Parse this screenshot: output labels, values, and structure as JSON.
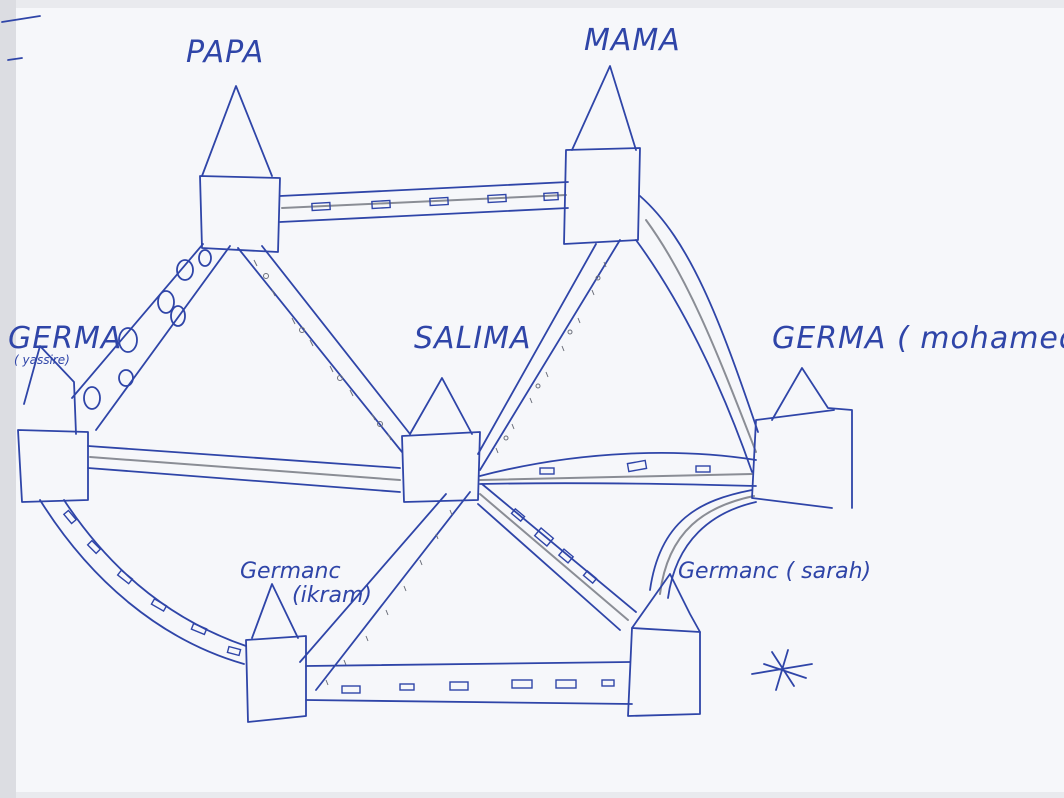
{
  "houses": [
    {
      "id": "papa",
      "label": "PAPA"
    },
    {
      "id": "mama",
      "label": "MAMA"
    },
    {
      "id": "yassine",
      "label": "GERMA",
      "sublabel": "( yassire)"
    },
    {
      "id": "salima",
      "label": "SALIMA"
    },
    {
      "id": "mohamed",
      "label": "GERMA ( mohamed)"
    },
    {
      "id": "ikram",
      "label": "Germanc",
      "sublabel": "(ikram)"
    },
    {
      "id": "sarah",
      "label": "Germanc ( sarah)"
    }
  ],
  "colors": {
    "ink": "#2f45a8",
    "road": "#8a8d95",
    "paper": "#e9eaee"
  }
}
